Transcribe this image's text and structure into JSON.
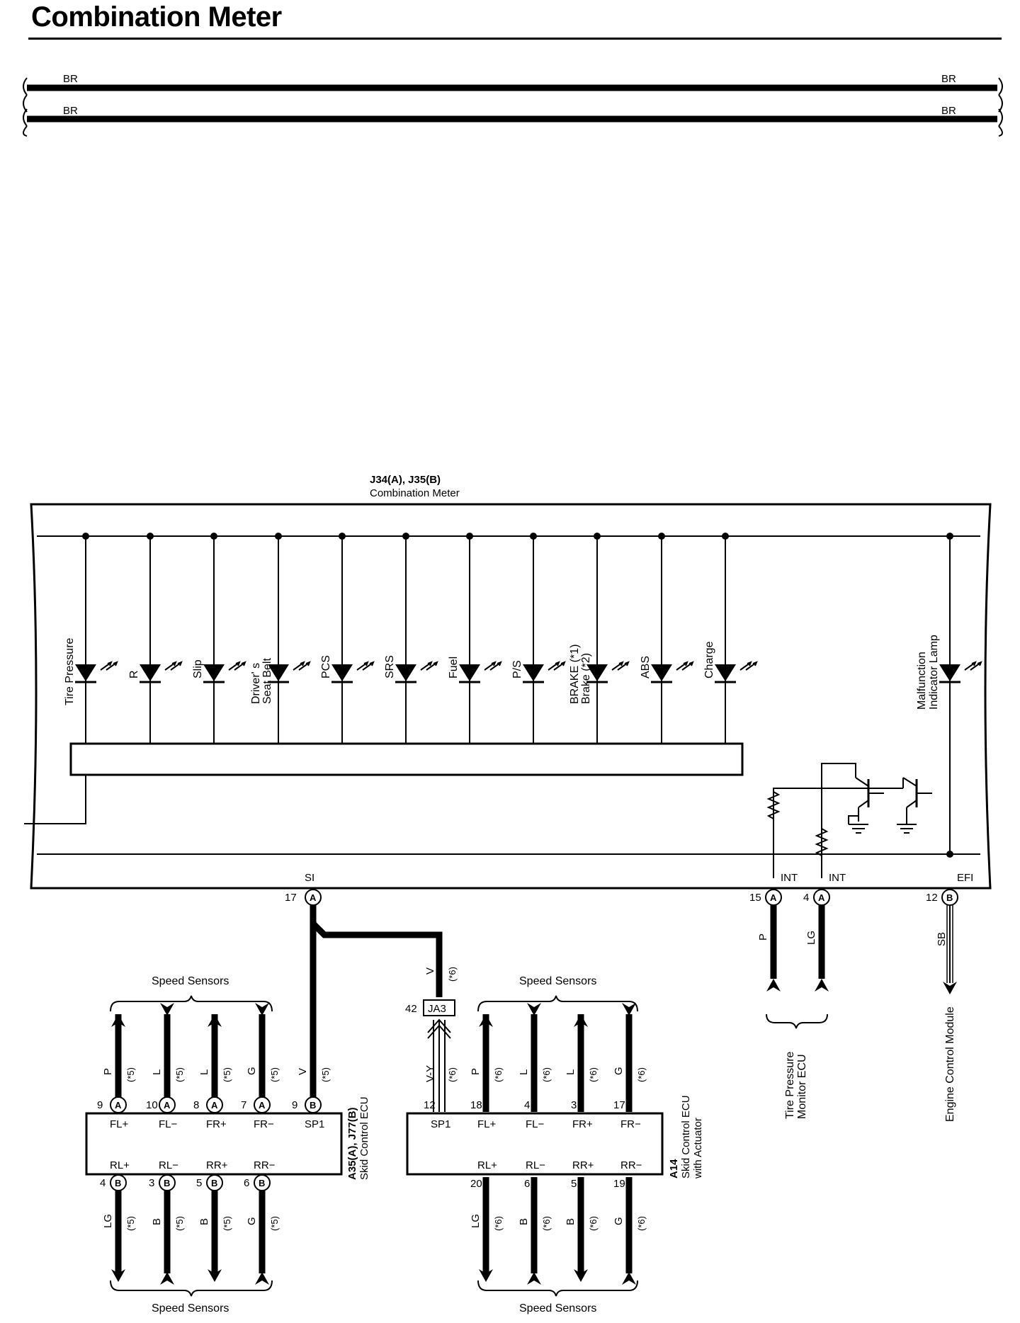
{
  "title": "Combination Meter",
  "top_harness": {
    "wire_color": "BR"
  },
  "meter": {
    "connector": "J34(A), J35(B)",
    "name": "Combination Meter",
    "lamps": [
      {
        "label": "Tire Pressure"
      },
      {
        "label": "R"
      },
      {
        "label": "Slip"
      },
      {
        "label": "Driver' s",
        "label2": "Seat Belt"
      },
      {
        "label": "PCS"
      },
      {
        "label": "SRS"
      },
      {
        "label": "Fuel"
      },
      {
        "label": "P/S"
      },
      {
        "label": "BRAKE (*1)",
        "label2": "Brake (*2)"
      },
      {
        "label": "ABS"
      },
      {
        "label": "Charge"
      }
    ],
    "mil": {
      "label": "Malfunction",
      "label2": "Indicator Lamp"
    },
    "terminals": {
      "si": "SI",
      "int": "INT",
      "efi": "EFI"
    },
    "pins": {
      "si": {
        "num": "17",
        "conn": "A"
      },
      "int1": {
        "num": "15",
        "conn": "A",
        "wire": "P"
      },
      "int2": {
        "num": "4",
        "conn": "A",
        "wire": "LG"
      },
      "efi": {
        "num": "12",
        "conn": "B",
        "wire": "SB"
      }
    }
  },
  "v_wire": {
    "color": "V",
    "note": "(*6)"
  },
  "junction": {
    "name": "JA3",
    "pin": "42",
    "wire": "V-Y",
    "note": "(*6)"
  },
  "ecu1": {
    "name_line1": "A35(A), J77(B)",
    "name_line2": "Skid Control ECU",
    "top_terms": [
      {
        "label": "FL+",
        "pin": "9",
        "conn": "A",
        "wire": "P",
        "note": "(*5)"
      },
      {
        "label": "FL−",
        "pin": "10",
        "conn": "A",
        "wire": "L",
        "note": "(*5)"
      },
      {
        "label": "FR+",
        "pin": "8",
        "conn": "A",
        "wire": "L",
        "note": "(*5)"
      },
      {
        "label": "FR−",
        "pin": "7",
        "conn": "A",
        "wire": "G",
        "note": "(*5)"
      },
      {
        "label": "SP1",
        "pin": "9",
        "conn": "B",
        "wire": "V",
        "note": "(*5)"
      }
    ],
    "bottom_terms": [
      {
        "label": "RL+",
        "pin": "4",
        "conn": "B",
        "wire": "LG",
        "note": "(*5)"
      },
      {
        "label": "RL−",
        "pin": "3",
        "conn": "B",
        "wire": "B",
        "note": "(*5)"
      },
      {
        "label": "RR+",
        "pin": "5",
        "conn": "B",
        "wire": "B",
        "note": "(*5)"
      },
      {
        "label": "RR−",
        "pin": "6",
        "conn": "B",
        "wire": "G",
        "note": "(*5)"
      }
    ]
  },
  "ecu2": {
    "name_line1": "A14",
    "name_line2": "Skid Control ECU",
    "name_line3": "with Actuator",
    "top_terms": [
      {
        "label": "SP1",
        "pin": "12"
      },
      {
        "label": "FL+",
        "pin": "18",
        "wire": "P",
        "note": "(*6)"
      },
      {
        "label": "FL−",
        "pin": "4",
        "wire": "L",
        "note": "(*6)"
      },
      {
        "label": "FR+",
        "pin": "3",
        "wire": "L",
        "note": "(*6)"
      },
      {
        "label": "FR−",
        "pin": "17",
        "wire": "G",
        "note": "(*6)"
      }
    ],
    "bottom_terms": [
      {
        "label": "RL+",
        "pin": "20",
        "wire": "LG",
        "note": "(*6)"
      },
      {
        "label": "RL−",
        "pin": "6",
        "wire": "B",
        "note": "(*6)"
      },
      {
        "label": "RR+",
        "pin": "5",
        "wire": "B",
        "note": "(*6)"
      },
      {
        "label": "RR−",
        "pin": "19",
        "wire": "G",
        "note": "(*6)"
      }
    ]
  },
  "speed_sensors": "Speed Sensors",
  "tpms": {
    "line1": "Tire Pressure",
    "line2": "Monitor ECU"
  },
  "ecm": "Engine Control Module"
}
